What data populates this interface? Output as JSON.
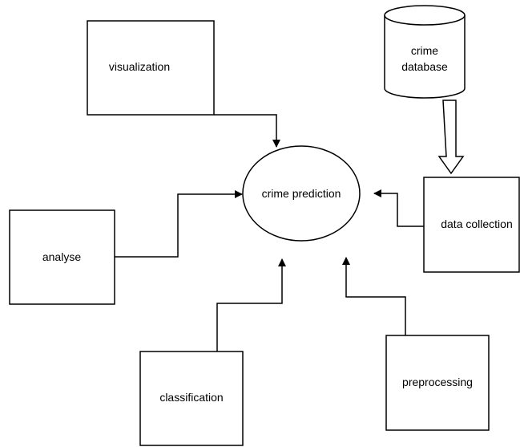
{
  "diagram": {
    "center": {
      "label": "crime prediction"
    },
    "nodes": {
      "visualization": {
        "label": "visualization"
      },
      "analyse": {
        "label": "analyse"
      },
      "classification": {
        "label": "classification"
      },
      "preprocessing": {
        "label": "preprocessing"
      },
      "data_collection": {
        "label": "data collection"
      },
      "database": {
        "line1": "crime",
        "line2": "database"
      }
    },
    "edges": [
      {
        "from": "visualization",
        "to": "crime prediction"
      },
      {
        "from": "analyse",
        "to": "crime prediction"
      },
      {
        "from": "classification",
        "to": "crime prediction"
      },
      {
        "from": "preprocessing",
        "to": "crime prediction"
      },
      {
        "from": "data collection",
        "to": "crime prediction"
      },
      {
        "from": "crime database",
        "to": "data collection"
      }
    ]
  }
}
